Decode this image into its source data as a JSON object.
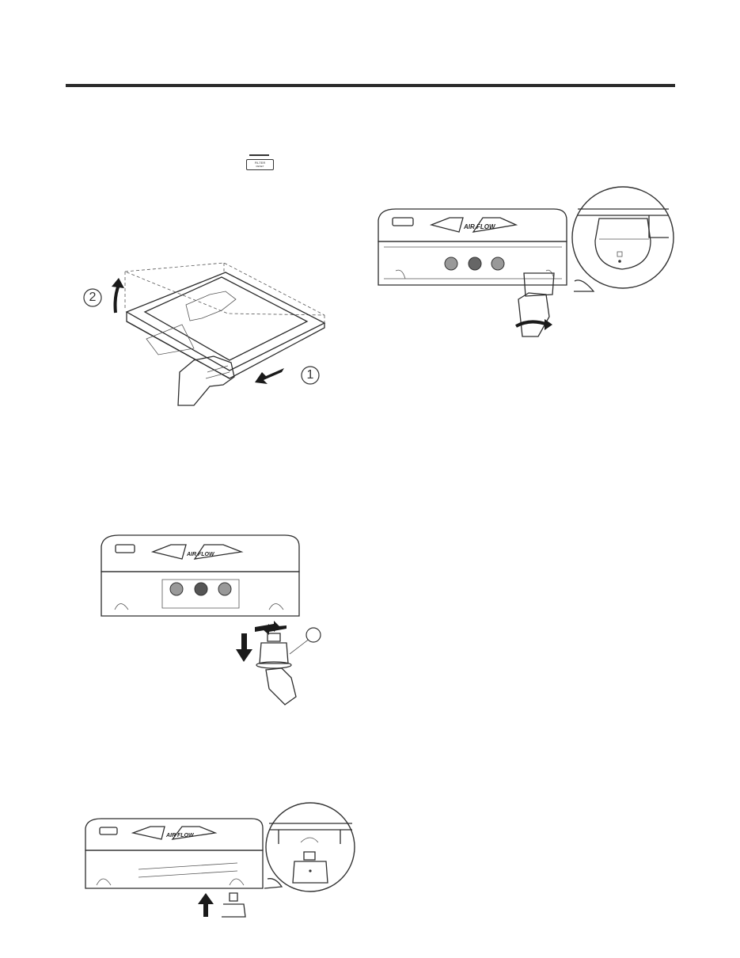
{
  "header": {
    "rule": true
  },
  "filter_button": {
    "label": "FILTER",
    "sublabel": "RESET"
  },
  "figures": {
    "shelf": {
      "step1": "1",
      "step2": "2"
    },
    "filter_install": {
      "airflow": "AIR FLOW"
    },
    "filter_remove": {
      "airflow": "AIR FLOW"
    },
    "filter_replace": {
      "airflow": "AIR FLOW"
    }
  },
  "colors": {
    "ink": "#2d2d2d",
    "shade": "#8c8c8c",
    "arrow": "#1a1a1a"
  },
  "icons": [
    "filter-reset-button-icon",
    "hand-icon",
    "arrow-down-icon",
    "arrow-up-icon",
    "rotate-arrows-icon",
    "lock-icon",
    "callout-magnifier"
  ]
}
